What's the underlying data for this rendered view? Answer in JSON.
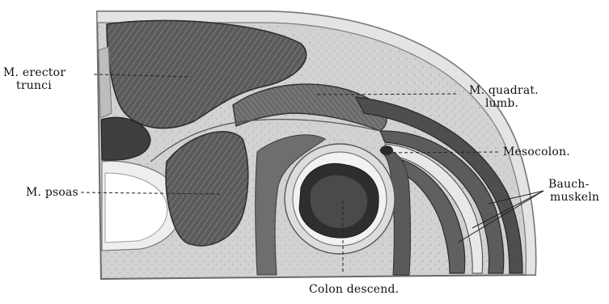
{
  "figure": {
    "labels": {
      "erector_line1": "M. erector",
      "erector_line2": "trunci",
      "psoas": "M. psoas",
      "quadrat_line1": "M. quadrat.",
      "quadrat_line2": "lumb.",
      "mesocolon": "Mesocolon.",
      "bauch_line1": "Bauch-",
      "bauch_line2": "muskeln",
      "colon": "Colon descend."
    }
  }
}
